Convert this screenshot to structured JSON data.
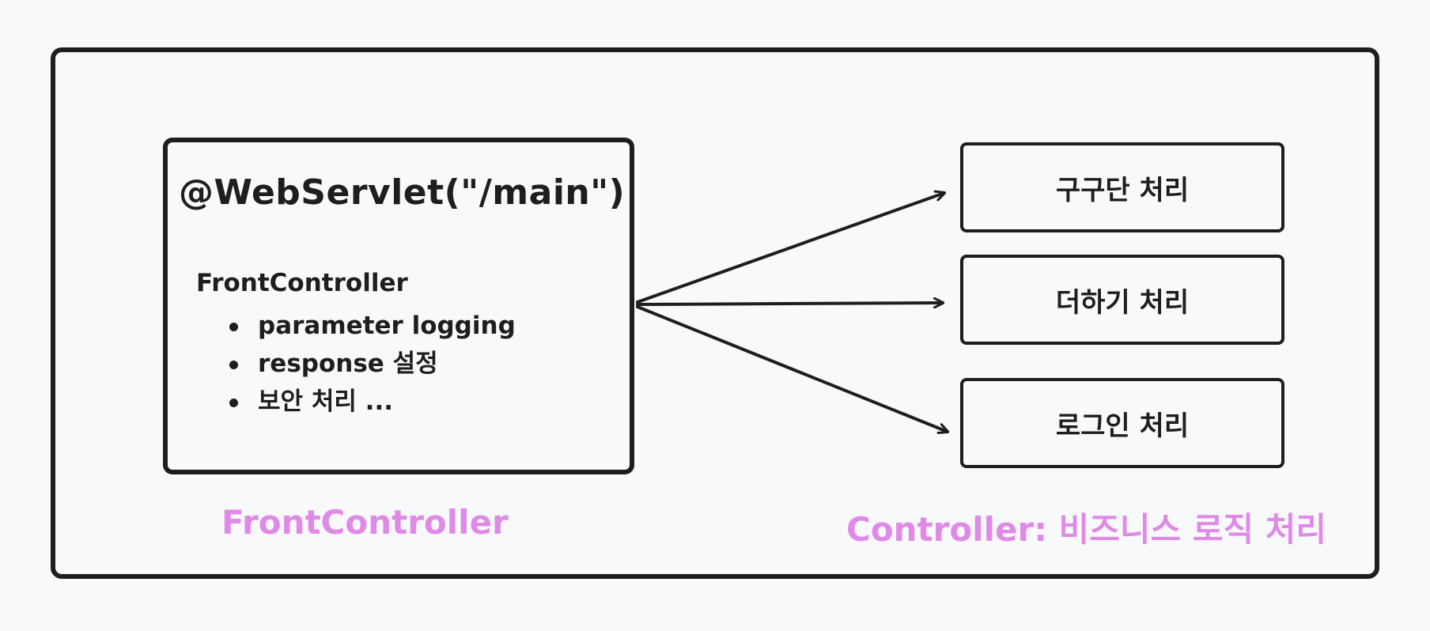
{
  "front_controller": {
    "servlet_annotation": "@WebServlet(\"/main\")",
    "heading": "FrontController",
    "items": [
      "parameter logging",
      "response 설정",
      "보안 처리 ..."
    ]
  },
  "controllers": [
    {
      "label": "구구단 처리"
    },
    {
      "label": "더하기 처리"
    },
    {
      "label": "로그인 처리"
    }
  ],
  "captions": {
    "left": "FrontController",
    "right": "Controller: 비즈니스 로직 처리"
  },
  "colors": {
    "stroke": "#1e1e1e",
    "caption": "#e08ae8",
    "background": "#f8f9fb"
  }
}
